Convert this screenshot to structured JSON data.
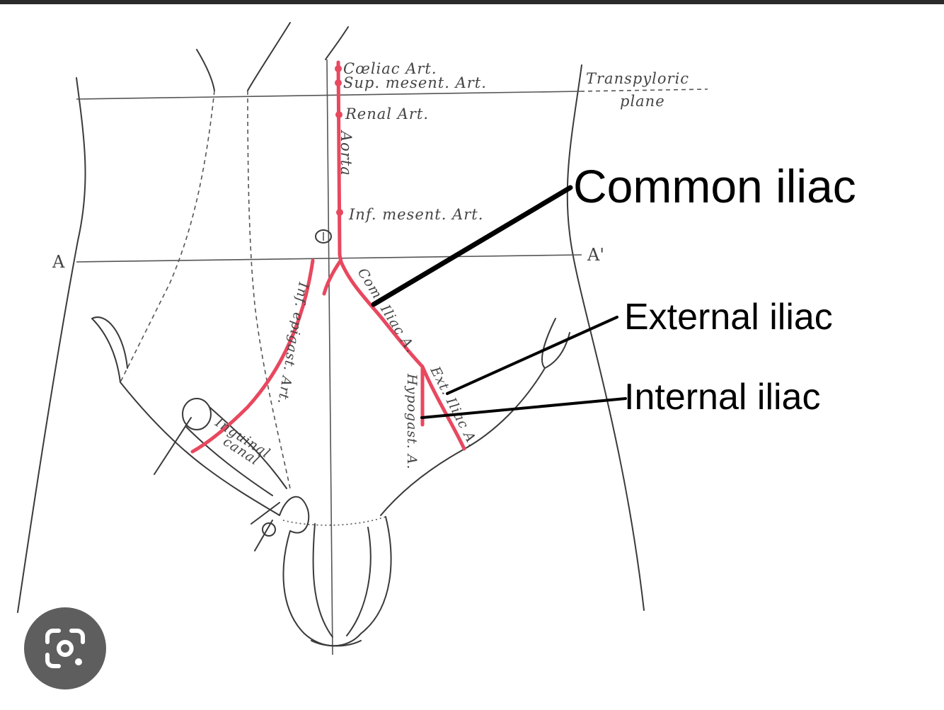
{
  "diagram": {
    "labels": {
      "coeliac": "Cœliac Art.",
      "sup_mesent": "Sup. mesent. Art.",
      "renal": "Renal Art.",
      "aorta": "Aorta",
      "inf_mesent": "Inf. mesent. Art.",
      "transpyloric": "Transpyloric",
      "plane": "plane",
      "point_a": "A",
      "point_a_prime": "A'",
      "com_iliac_a": "Com. Iliac A.",
      "ext_iliac_a": "Ext. Iliac A.",
      "hypogast_a": "Hypogast. A.",
      "inf_epigast_art": "Inf. epigast. Art.",
      "inguinal": "Inguinal",
      "canal": "canal"
    },
    "annotations": {
      "common_iliac": "Common iliac",
      "external_iliac": "External iliac",
      "internal_iliac": "Internal iliac"
    },
    "colors": {
      "artery": "#e8485f",
      "outline": "#3a3a3a",
      "annotation": "#000000",
      "lens_button_bg": "#5e5e5e"
    }
  },
  "overlay": {
    "lens_icon": "google-lens-icon"
  }
}
